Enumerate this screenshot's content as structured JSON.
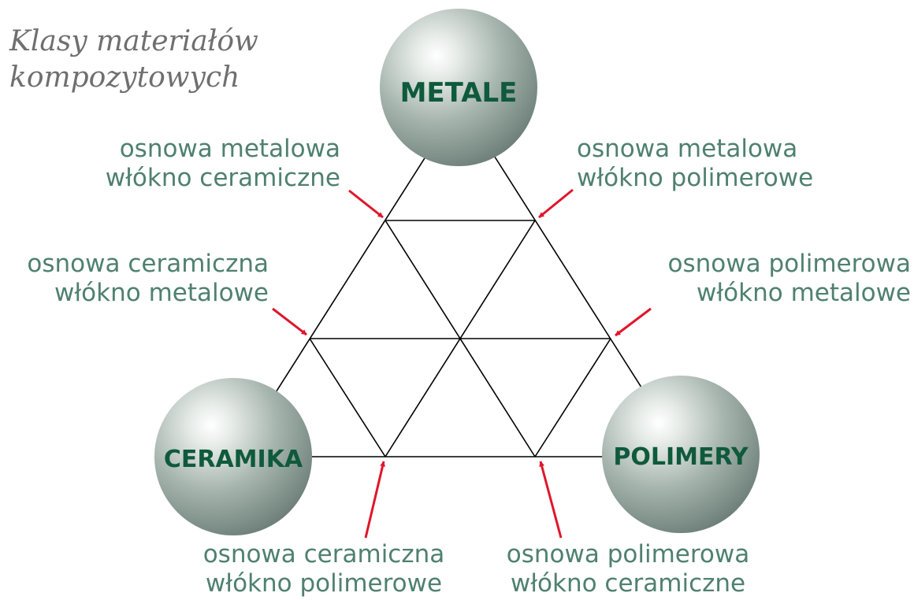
{
  "title": {
    "line1": "Klasy materiałów",
    "line2": "kompozytowych"
  },
  "classes": {
    "top": "METALE",
    "left": "CERAMIKA",
    "right": "POLIMERY"
  },
  "labels": {
    "top_left": {
      "line1": "osnowa metalowa",
      "line2": "włókno ceramiczne"
    },
    "top_right": {
      "line1": "osnowa metalowa",
      "line2": "włókno polimerowe"
    },
    "mid_left": {
      "line1": "osnowa ceramiczna",
      "line2": "włókno metalowe"
    },
    "mid_right": {
      "line1": "osnowa polimerowa",
      "line2": "włókno metalowe"
    },
    "bottom_left": {
      "line1": "osnowa ceramiczna",
      "line2": "włókno polimerowe"
    },
    "bottom_right": {
      "line1": "osnowa polimerowa",
      "line2": "włókno ceramiczne"
    }
  },
  "colors": {
    "label_text": "#4f8070",
    "sphere_text": "#0f5a3c",
    "arrow": "#e0162b",
    "lines": "#000000",
    "title": "#6f6f6f"
  }
}
